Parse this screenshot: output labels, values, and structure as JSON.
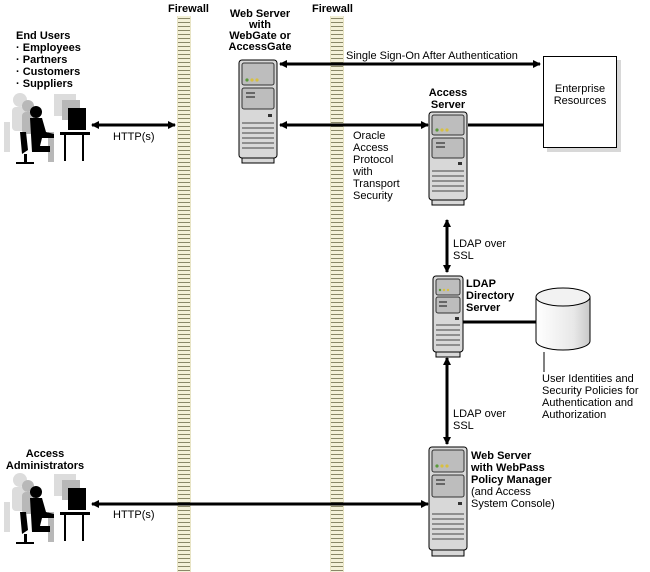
{
  "firewalls": [
    {
      "label": "Firewall"
    },
    {
      "label": "Firewall"
    }
  ],
  "end_users": {
    "title": "End Users",
    "items": [
      "Employees",
      "Partners",
      "Customers",
      "Suppliers"
    ],
    "bullet": "·"
  },
  "admins": {
    "title_line1": "Access",
    "title_line2": "Administrators"
  },
  "webgate_server": {
    "line1": "Web Server",
    "line2": "with",
    "line3": "WebGate or",
    "line4": "AccessGate"
  },
  "access_server": {
    "line1": "Access",
    "line2": "Server"
  },
  "enterprise": {
    "line1": "Enterprise",
    "line2": "Resources"
  },
  "ldap_server": {
    "line1": "LDAP",
    "line2": "Directory",
    "line3": "Server"
  },
  "webpass_server": {
    "line1": "Web Server",
    "line2": "with WebPass",
    "line3": "Policy Manager",
    "line4": "(and Access",
    "line5": "System Console)"
  },
  "datastore": {
    "line1": "User Identities and",
    "line2": "Security Policies for",
    "line3": "Authentication and",
    "line4": "Authorization"
  },
  "connections": {
    "http_users": "HTTP(s)",
    "http_admins": "HTTP(s)",
    "sso": "Single Sign-On After Authentication",
    "oap_line1": "Oracle",
    "oap_line2": "Access",
    "oap_line3": "Protocol",
    "oap_line4": "with",
    "oap_line5": "Transport",
    "oap_line6": "Security",
    "ldap1_line1": "LDAP over",
    "ldap1_line2": "SSL",
    "ldap2_line1": "LDAP over",
    "ldap2_line2": "SSL"
  },
  "colors": {
    "firewall_light": "#f4f1d8",
    "firewall_dark": "#8a8868",
    "server_body": "#d8d8d8",
    "led_green": "#5a9a3a",
    "led_yellow": "#d8c040"
  }
}
